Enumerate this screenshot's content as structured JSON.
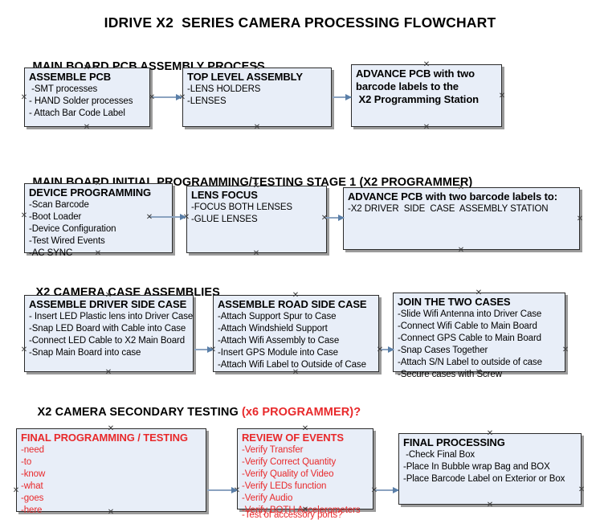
{
  "document": {
    "title": "IDRIVE X2  SERIES CAMERA PROCESSING FLOWCHART"
  },
  "sections": [
    {
      "id": "main-board-pcb-assembly",
      "heading": "MAIN BOARD PCB ASSEMBLY PROCESS",
      "heading_accent": "",
      "nodes": [
        {
          "id": "assemble-pcb",
          "title": "ASSEMBLE PCB",
          "lines": [
            " -SMT processes",
            "- HAND Solder processes",
            "- Attach Bar Code Label"
          ]
        },
        {
          "id": "top-level-assembly",
          "title": "TOP LEVEL ASSEMBLY",
          "lines": [
            "-LENS HOLDERS",
            "-LENSES"
          ]
        },
        {
          "id": "advance-pcb-to-x2-programming-station",
          "title": "ADVANCE PCB with two",
          "lines": [
            "barcode labels to the",
            " X2 Programming Station"
          ]
        }
      ]
    },
    {
      "id": "main-board-initial-programming",
      "heading": "MAIN BOARD INITIAL PROGRAMMING/TESTING STAGE 1 (X2 PROGRAMMER)",
      "heading_accent": "",
      "nodes": [
        {
          "id": "device-programming",
          "title": "DEVICE PROGRAMMING",
          "lines": [
            "-Scan Barcode",
            "-Boot Loader",
            "-Device Configuration",
            "-Test Wired Events",
            "-AC SYNC"
          ]
        },
        {
          "id": "lens-focus",
          "title": "LENS FOCUS",
          "lines": [
            "-FOCUS BOTH LENSES",
            "-GLUE LENSES"
          ]
        },
        {
          "id": "advance-pcb-to-driver-side-case-assembly",
          "title": "ADVANCE PCB with two barcode labels to:",
          "lines": [
            "-X2 DRIVER  SIDE  CASE  ASSEMBLY STATION"
          ]
        }
      ]
    },
    {
      "id": "x2-camera-case-assemblies",
      "heading": "X2 CAMERA CASE ASSEMBLIES",
      "heading_accent": "",
      "nodes": [
        {
          "id": "assemble-driver-side-case",
          "title": "ASSEMBLE DRIVER SIDE CASE",
          "lines": [
            "- Insert LED Plastic lens into Driver Case",
            "-Snap LED Board with Cable into Case",
            "-Connect LED Cable to X2 Main Board",
            "-Snap Main Board into case"
          ]
        },
        {
          "id": "assemble-road-side-case",
          "title": "ASSEMBLE ROAD SIDE CASE",
          "lines": [
            "-Attach Support Spur to Case",
            "-Attach Windshield Support",
            "-Attach Wifi Assembly to Case",
            "-Insert GPS Module into Case",
            "-Attach Wifi Label to Outside of Case"
          ]
        },
        {
          "id": "join-the-two-cases",
          "title": "JOIN THE TWO CASES",
          "lines": [
            "-Slide Wifi Antenna into Driver Case",
            "-Connect Wifi Cable to Main Board",
            "-Connect GPS Cable to Main Board",
            "-Snap Cases Together",
            "-Attach S/N Label to outside of case",
            "-Secure cases with Screw"
          ]
        }
      ]
    },
    {
      "id": "x2-camera-secondary-testing",
      "heading": "X2 CAMERA SECONDARY TESTING ",
      "heading_accent": "(x6 PROGRAMMER)?",
      "nodes": [
        {
          "id": "final-programming-testing",
          "title": "FINAL PROGRAMMING / TESTING",
          "lines": [
            "-need",
            "-to",
            "-know",
            "-what",
            "-goes",
            "-here"
          ]
        },
        {
          "id": "review-of-events",
          "title": "REVIEW OF EVENTS",
          "lines": [
            "-Verify Transfer",
            "-Verify Correct Quantity",
            "-Verify Quality of Video",
            "-Verify LEDs function",
            "-Verify Audio",
            "-Verify BOTH Accelerometers"
          ],
          "overflow_line": "-Test of accessory ports?"
        },
        {
          "id": "final-processing",
          "title": "FINAL PROCESSING",
          "lines": [
            " -Check Final Box",
            "-Place In Bubble wrap Bag and BOX",
            "-Place Barcode Label on Exterior or Box"
          ]
        }
      ]
    }
  ],
  "colors": {
    "node_fill": "#e8eef8",
    "node_border": "#2b2b2b",
    "node_shadow": "#9b9b9b",
    "connector": "#8ba3c0",
    "accent_red": "#e8292b",
    "text": "#000000"
  }
}
